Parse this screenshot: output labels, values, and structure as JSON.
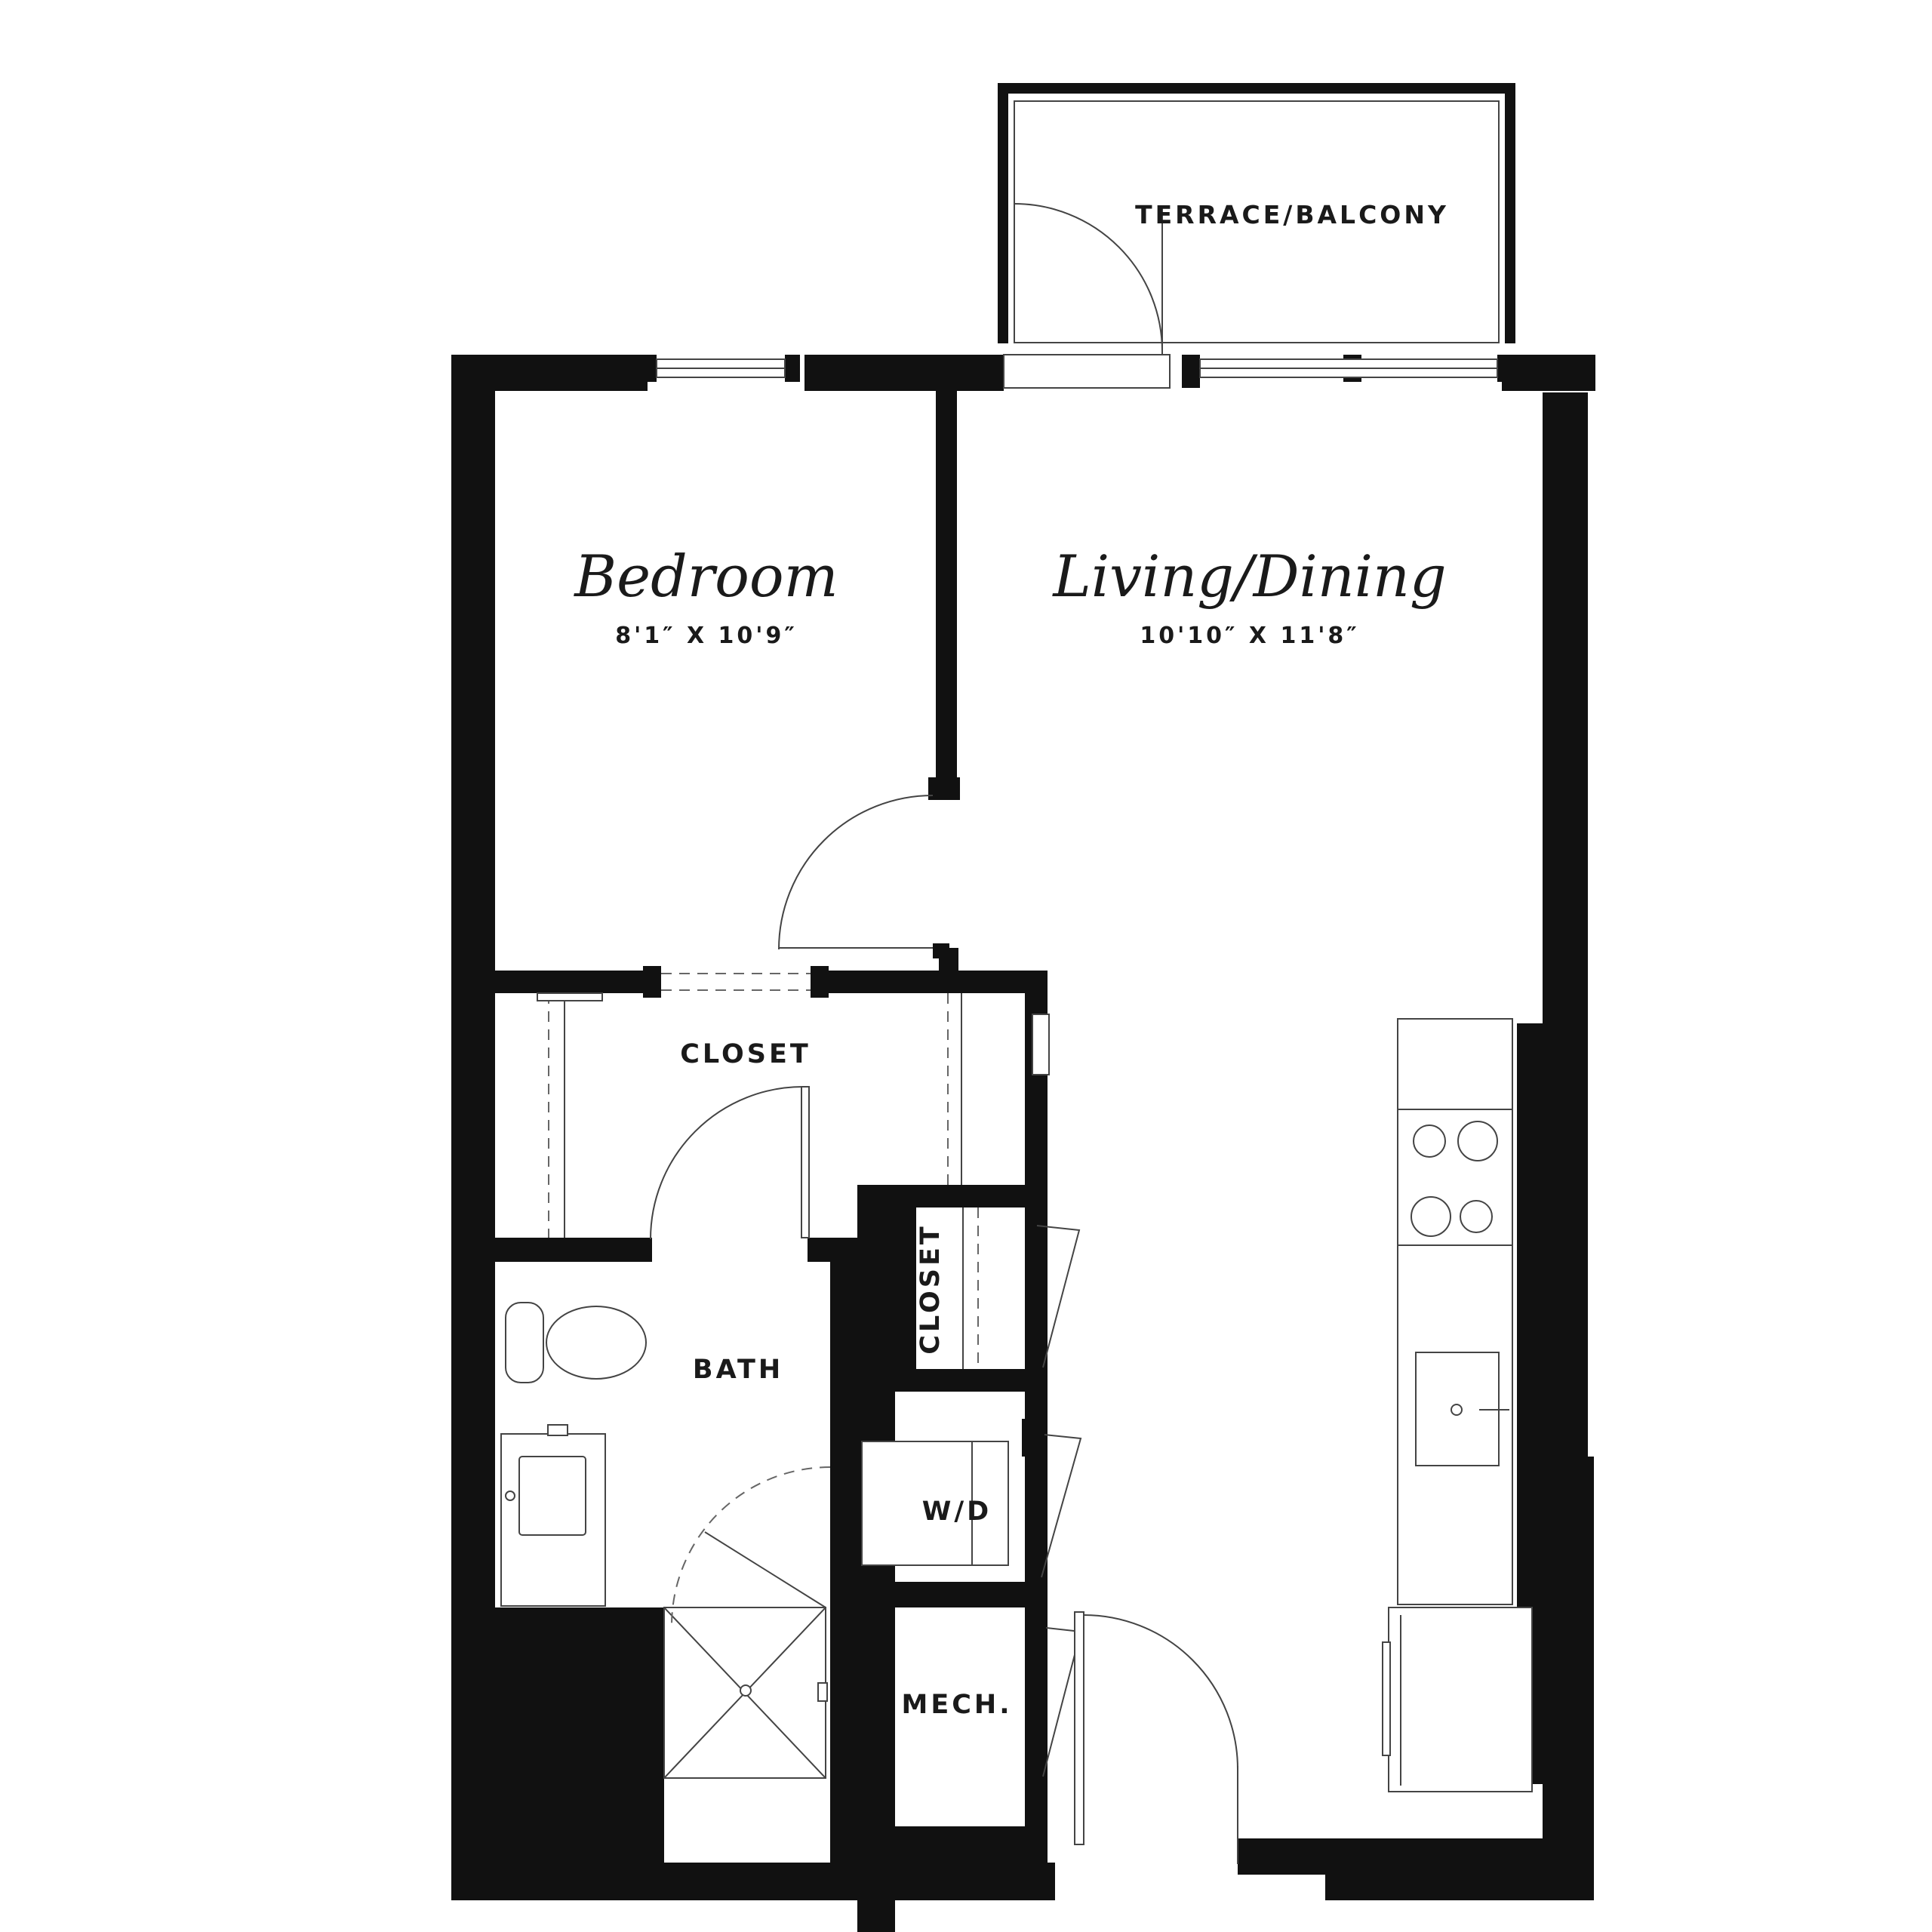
{
  "rooms": {
    "terrace": {
      "label": "TERRACE/BALCONY"
    },
    "bedroom": {
      "title": "Bedroom",
      "dimensions": "8'1″ X 10'9″"
    },
    "living": {
      "title": "Living/Dining",
      "dimensions": "10'10″ X 11'8″"
    },
    "closet_main": {
      "label": "CLOSET"
    },
    "closet_small": {
      "label": "CLOSET"
    },
    "bath": {
      "label": "BATH"
    },
    "wd": {
      "label": "W/D"
    },
    "mech": {
      "label": "MECH."
    }
  },
  "colors": {
    "wall": "#111111",
    "line": "#444444",
    "background": "#ffffff"
  }
}
